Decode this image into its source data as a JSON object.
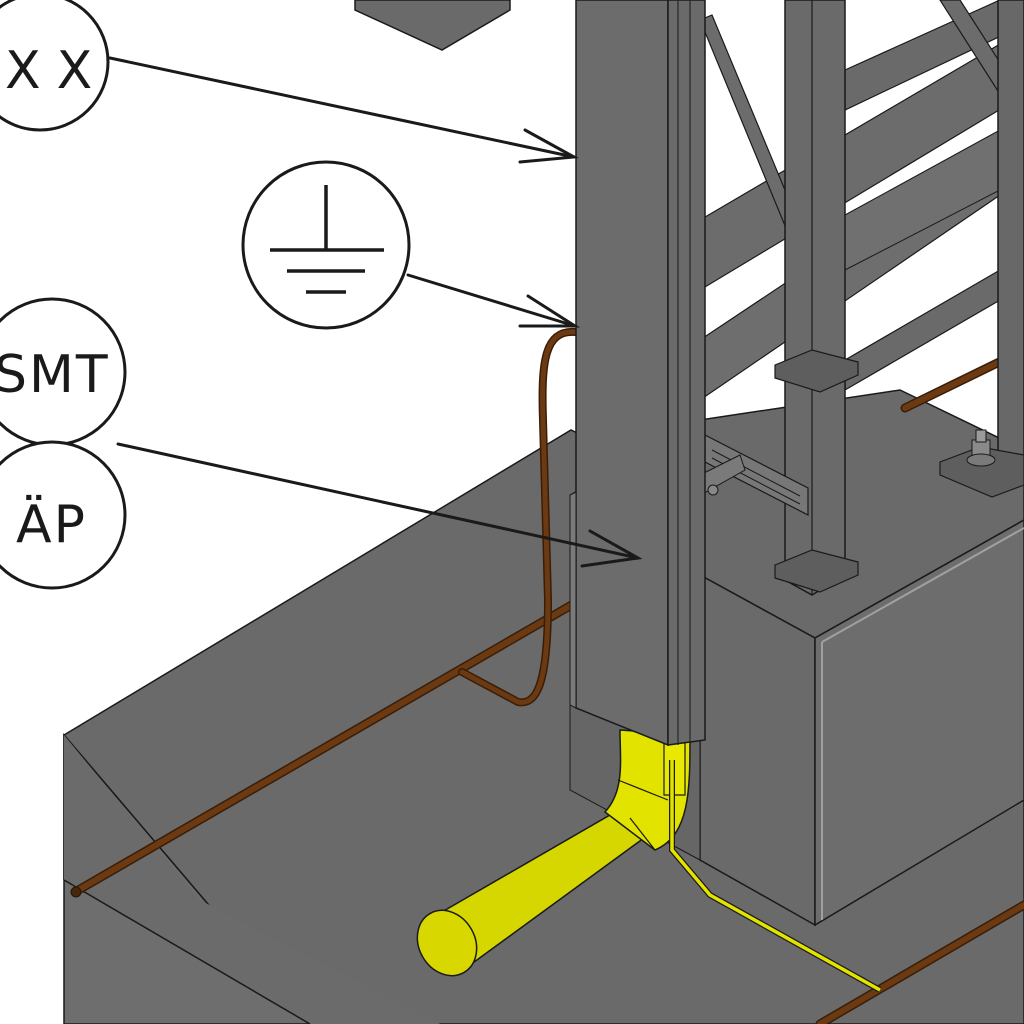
{
  "callouts": {
    "xx": {
      "label": "XX"
    },
    "earth": {
      "symbol": "protective-earth-icon"
    },
    "smt": {
      "label": "SMT"
    },
    "ap": {
      "label": "ÄP"
    }
  },
  "colors": {
    "background": "#ffffff",
    "concrete_top": "#6a6a6a",
    "concrete_side": "#6e6e6e",
    "steel": "#6c6c6c",
    "steel_dark": "#555555",
    "copper": "#6b3a12",
    "conduit": "#e3e300",
    "line": "#1a1a1a"
  }
}
